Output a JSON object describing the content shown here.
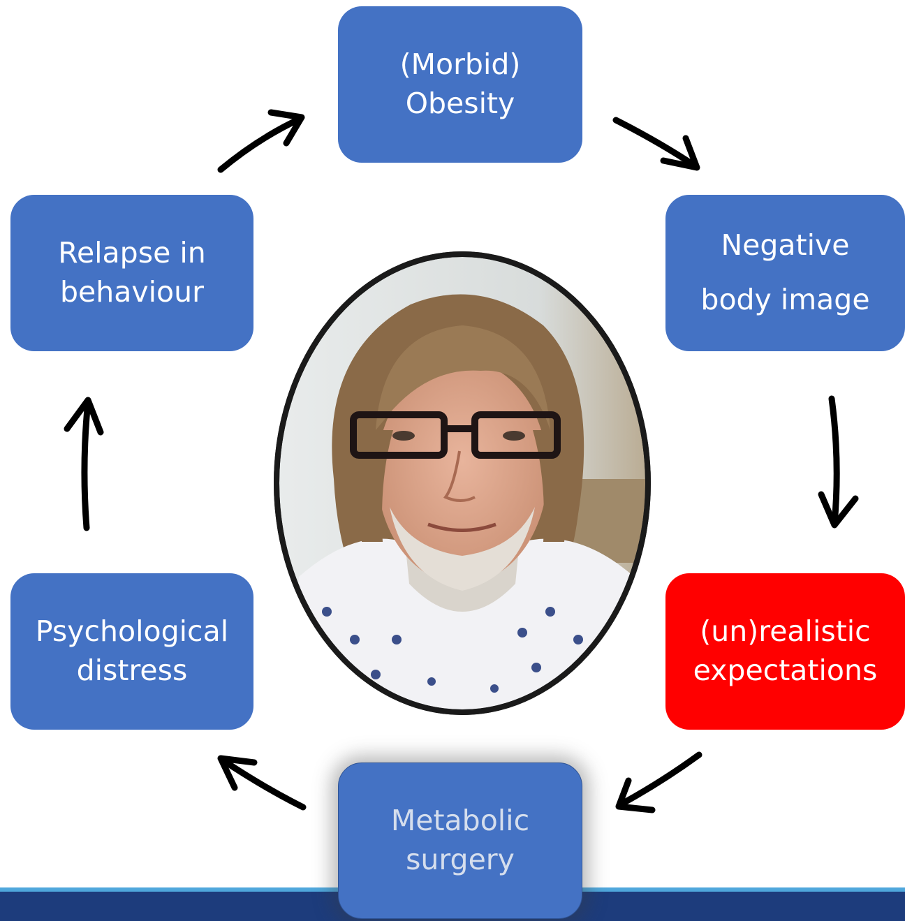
{
  "diagram": {
    "nodes": [
      {
        "id": "n-top",
        "lines": [
          "(Morbid)",
          "Obesity"
        ]
      },
      {
        "id": "n-right1",
        "lines": [
          "Negative",
          "body image"
        ]
      },
      {
        "id": "n-right2",
        "lines": [
          "(un)realistic",
          "expectations"
        ]
      },
      {
        "id": "n-bottom",
        "lines": [
          "Metabolic",
          "surgery"
        ]
      },
      {
        "id": "n-left2",
        "lines": [
          "Psychological",
          "distress"
        ]
      },
      {
        "id": "n-left1",
        "lines": [
          "Relapse in",
          "behaviour"
        ]
      }
    ],
    "flow": [
      "(Morbid) Obesity",
      "Negative body image",
      "(un)realistic expectations",
      "Metabolic surgery",
      "Psychological distress",
      "Relapse in behaviour"
    ],
    "colors": {
      "box": "#4472c4",
      "highlight": "#ff0000",
      "arrow": "#000000",
      "footer": "#1d3c7c",
      "footer_stripe": "#4fa7dc"
    },
    "center_image": "portrait-photo"
  }
}
